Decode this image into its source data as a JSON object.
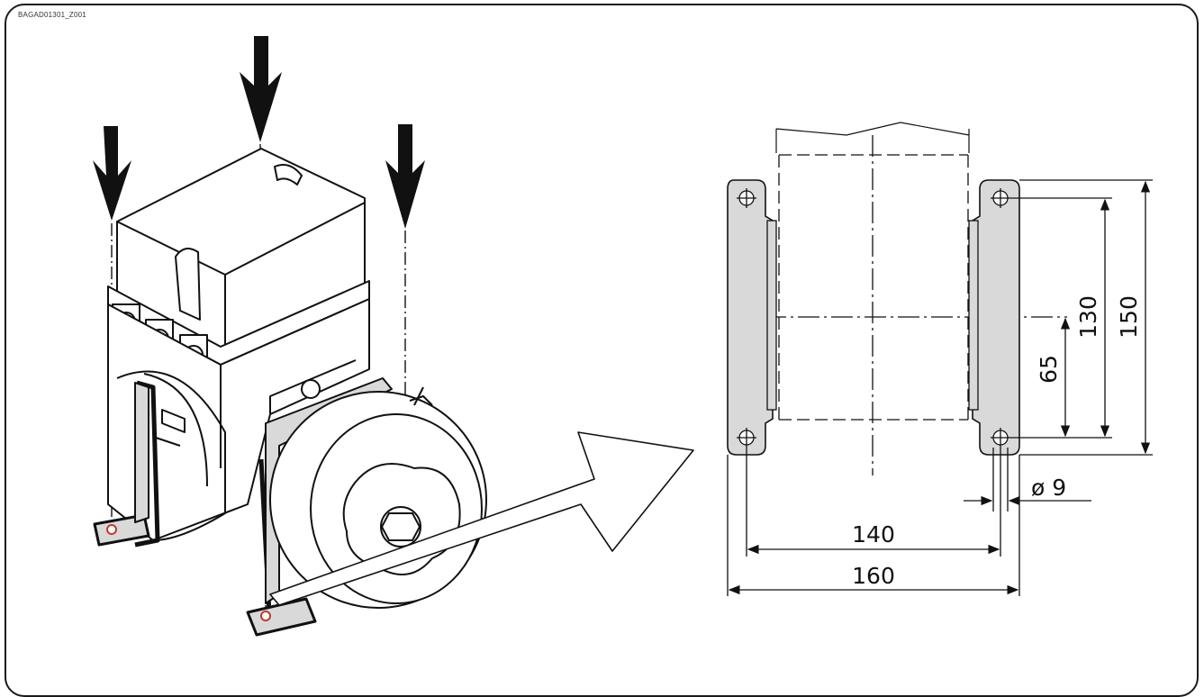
{
  "figure": {
    "id": "BAGAD01301_Z001"
  },
  "dimensions": {
    "height_outer": "150",
    "height_inner": "130",
    "half_height": "65",
    "width_inner": "140",
    "width_outer": "160",
    "hole_diameter": "ø 9"
  },
  "colors": {
    "line": "#111111",
    "bracket_fill": "#d9d9d9",
    "hole_highlight": "#c0392b"
  }
}
